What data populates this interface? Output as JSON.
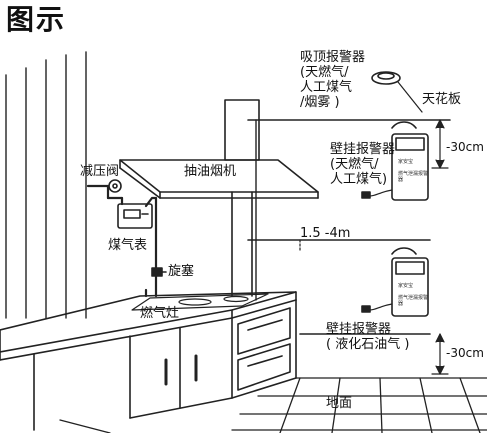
{
  "title": "图示",
  "labels": {
    "ceiling_detector": "吸顶报警器\n(天燃气/\n人工煤气\n/烟雾 )",
    "ceiling": "天花板",
    "wall_detector_gas": "壁挂报警器\n(天燃气/\n人工煤气)",
    "distance_top": "-30cm",
    "pressure_valve": "减压阀",
    "range_hood": "抽油烟机",
    "gas_meter": "煤气表",
    "height_range": "1.5 -4m",
    "valve": "旋塞",
    "gas_stove": "燃气灶",
    "wall_detector_lpg": "壁挂报警器\n( 液化石油气 )",
    "distance_bottom": "-30cm",
    "floor": "地面"
  },
  "device_text": {
    "line1": "家安宝",
    "line2": "燃气泄漏报警器"
  }
}
